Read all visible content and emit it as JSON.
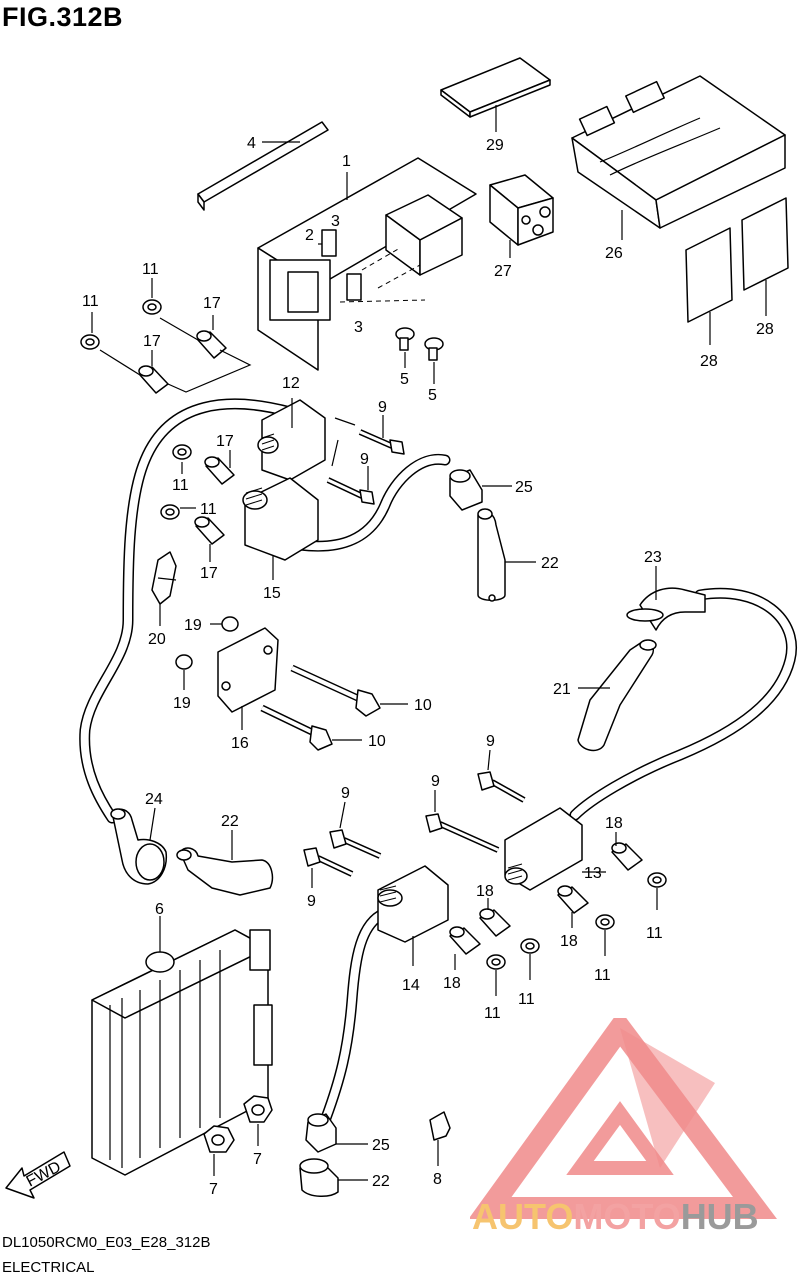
{
  "figure": {
    "title": "FIG.312B",
    "model_code": "DL1050RCM0_E03_E28_312B",
    "description": "ELECTRICAL",
    "direction_arrow": "FWD"
  },
  "callouts": {
    "c1": "1",
    "c2": "2",
    "c3a": "3",
    "c3b": "3",
    "c4": "4",
    "c5a": "5",
    "c5b": "5",
    "c6": "6",
    "c7a": "7",
    "c7b": "7",
    "c8": "8",
    "c9a": "9",
    "c9b": "9",
    "c9c": "9",
    "c9d": "9",
    "c9e": "9",
    "c9f": "9",
    "c10a": "10",
    "c10b": "10",
    "c11a": "11",
    "c11b": "11",
    "c11c": "11",
    "c11d": "11",
    "c11e": "11",
    "c11f": "11",
    "c11g": "11",
    "c11h": "11",
    "c12": "12",
    "c13": "13",
    "c14": "14",
    "c15": "15",
    "c16": "16",
    "c17a": "17",
    "c17b": "17",
    "c17c": "17",
    "c17d": "17",
    "c18a": "18",
    "c18b": "18",
    "c18c": "18",
    "c18d": "18",
    "c19a": "19",
    "c19b": "19",
    "c20": "20",
    "c21": "21",
    "c22a": "22",
    "c22b": "22",
    "c22c": "22",
    "c23": "23",
    "c24": "24",
    "c25a": "25",
    "c25b": "25",
    "c26": "26",
    "c27": "27",
    "c28a": "28",
    "c28b": "28",
    "c29": "29"
  },
  "watermark": {
    "part1": "AUTO",
    "part2": "MOTO",
    "part3": "HUB",
    "colors": {
      "auto": "#f6c46f",
      "moto": "#f3a2a2",
      "hub": "#9a9a9a",
      "logo": "#f08a8a"
    }
  }
}
